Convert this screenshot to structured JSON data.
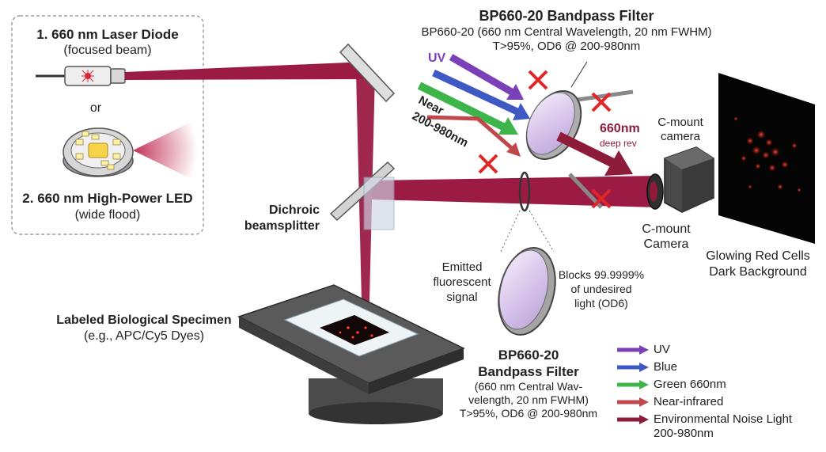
{
  "sources": {
    "laser_title": "1. 660 nm Laser Diode",
    "laser_sub": "(focused beam)",
    "or_text": "or",
    "led_title": "2. 660 nm High-Power LED",
    "led_sub": "(wide flood)"
  },
  "filter_top": {
    "title": "BP660-20 Bandpass Filter",
    "spec1": "BP660-20 (660 nm Central Wavelength, 20 nm FWHM)",
    "spec2": "T>95%, OD6 @ 200-980nm"
  },
  "incoming": {
    "uv": "UV",
    "near": "Near",
    "range": "200-980nm"
  },
  "pass_label": "660nm",
  "pass_sub": "deep rev",
  "camera_top": [
    "C-mount",
    "camera"
  ],
  "camera_bottom": [
    "C-mount",
    "Camera"
  ],
  "output_caption": [
    "Glowing Red Cells",
    "Dark Background"
  ],
  "dichroic": [
    "Dichroic",
    "beamsplitter"
  ],
  "emitted": [
    "Emitted",
    "fluorescent",
    "signal"
  ],
  "blocks": [
    "Blocks 99.9999%",
    "of undesired",
    "light (OD6)"
  ],
  "specimen": {
    "title": "Labeled Biological Specimen",
    "sub": "(e.g., APC/Cy5 Dyes)"
  },
  "filter_bottom": {
    "title": [
      "BP660-20",
      "Bandpass Filter"
    ],
    "spec": [
      "(660 nm Central Wav-",
      "velength, 20 nm FWHM)",
      "T>95%, OD6 @ 200-980nm"
    ]
  },
  "legend": [
    {
      "label": "UV",
      "color": "#7b3fb8"
    },
    {
      "label": "Blue",
      "color": "#3f59c4"
    },
    {
      "label": "Green 660nm",
      "color": "#3db54a"
    },
    {
      "label": "Near-infrared",
      "color": "#c0474c"
    },
    {
      "label": "Environmental Noise Light",
      "color": "#8e1b3a"
    },
    {
      "label": "200-980nm",
      "color": ""
    }
  ],
  "colors": {
    "beam": "#9b1b45",
    "beam_dark": "#7a1033",
    "uv": "#7b3fb8",
    "blue": "#3f59c4",
    "green": "#3db54a",
    "nir": "#c0474c",
    "block": "#e02626"
  },
  "icons": [
    "laser-diode-icon",
    "led-module-icon",
    "mirror-icon",
    "beamsplitter-icon",
    "bandpass-filter-icon",
    "camera-icon",
    "microscope-stage-icon",
    "block-cross-icon"
  ]
}
